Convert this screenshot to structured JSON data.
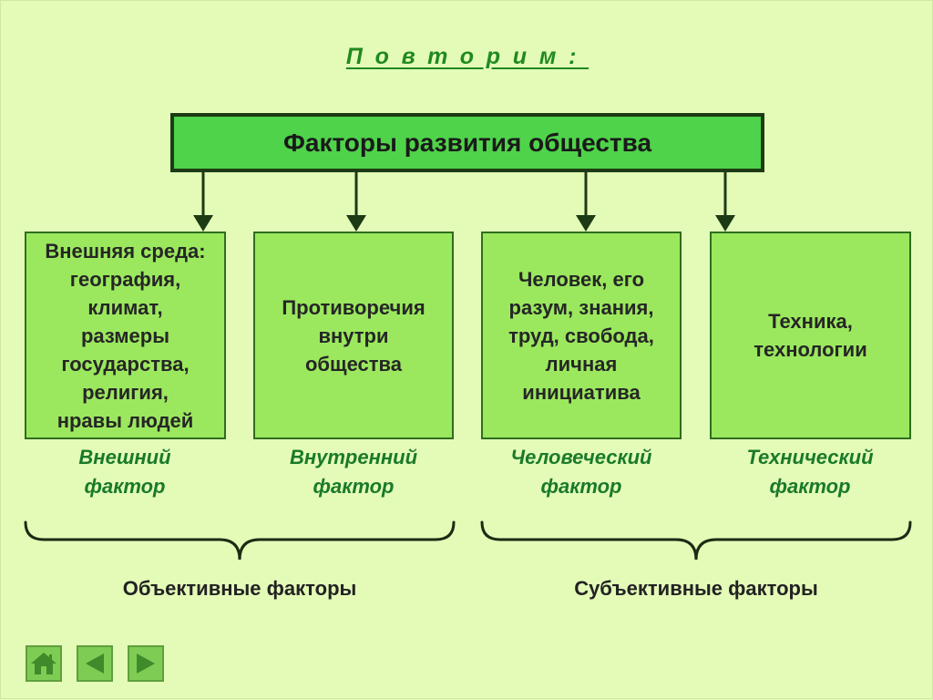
{
  "title": "Повторим:",
  "top_box": {
    "label": "Факторы развития общества"
  },
  "factors": [
    {
      "lines": [
        "Внешняя среда:",
        "география,",
        "климат,",
        "размеры",
        "государства,",
        "религия,",
        "нравы людей"
      ],
      "caption": [
        "Внешний",
        "фактор"
      ]
    },
    {
      "lines": [
        "Противоречия",
        "внутри",
        "общества"
      ],
      "caption": [
        "Внутренний",
        "фактор"
      ]
    },
    {
      "lines": [
        "Человек, его",
        "разум, знания,",
        "труд, свобода,",
        "личная",
        "инициатива"
      ],
      "caption": [
        "Человеческий",
        "фактор"
      ]
    },
    {
      "lines": [
        "Техника,",
        "технологии"
      ],
      "caption": [
        "Технический",
        "фактор"
      ]
    }
  ],
  "groups": [
    {
      "label": "Объективные факторы"
    },
    {
      "label": "Субъективные факторы"
    }
  ],
  "nav": {
    "home": "home-icon",
    "back": "arrow-left-icon",
    "forward": "arrow-right-icon"
  },
  "colors": {
    "background": "#e4fbb8",
    "top_box": "#4fd34a",
    "factor_box": "#9be85e",
    "caption_text": "#1a7a2a",
    "title_text": "#1f8a1f"
  }
}
